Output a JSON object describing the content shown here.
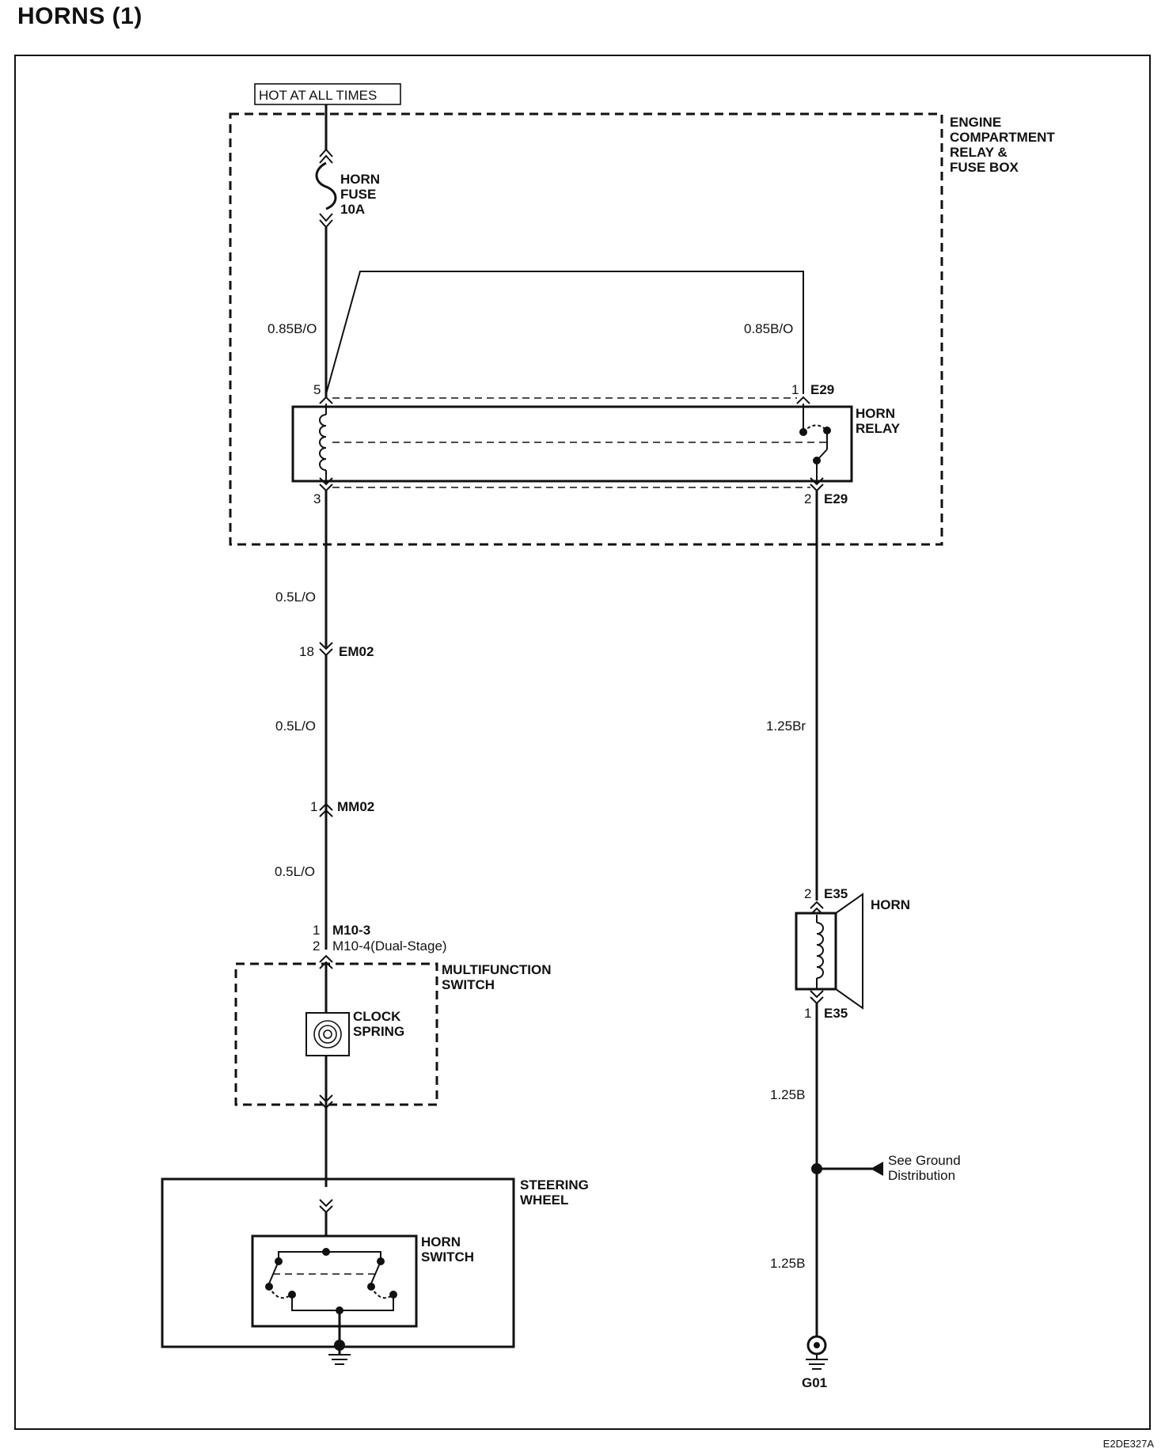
{
  "title": "HORNS (1)",
  "doc_code": "E2DE327A",
  "power_source": "HOT AT ALL TIMES",
  "fuse_box_label": [
    "ENGINE",
    "COMPARTMENT",
    "RELAY &",
    "FUSE BOX"
  ],
  "fuse_label": [
    "HORN",
    "FUSE",
    "10A"
  ],
  "relay_label": [
    "HORN",
    "RELAY"
  ],
  "multifunction_label": [
    "MULTIFUNCTION",
    "SWITCH"
  ],
  "clock_spring_label": [
    "CLOCK",
    "SPRING"
  ],
  "steering_wheel_label": [
    "STEERING",
    "WHEEL"
  ],
  "horn_switch_label": [
    "HORN",
    "SWITCH"
  ],
  "horn_label": "HORN",
  "ground_label": "G01",
  "ground_note": [
    "See Ground",
    "Distribution"
  ],
  "wires": {
    "fuse_to_relay_left": "0.85B/O",
    "fuse_to_relay_right": "0.85B/O",
    "relay_to_em02": "0.5L/O",
    "em02_to_mm02": "0.5L/O",
    "mm02_to_m10": "0.5L/O",
    "relay_to_horn": "1.25Br",
    "horn_to_splice": "1.25B",
    "splice_to_ground": "1.25B"
  },
  "pins": {
    "relay_pin5": "5",
    "relay_pin1": "1",
    "relay_pin3": "3",
    "relay_pin2": "2",
    "relay_conn_top": "E29",
    "relay_conn_bottom": "E29",
    "em02_pin": "18",
    "em02_conn": "EM02",
    "mm02_pin": "1",
    "mm02_conn": "MM02",
    "m10_pin1": "1",
    "m10_conn1": "M10-3",
    "m10_pin2": "2",
    "m10_conn2": "M10-4(Dual-Stage)",
    "horn_pin2": "2",
    "horn_conn_top": "E35",
    "horn_pin1": "1",
    "horn_conn_bottom": "E35"
  }
}
